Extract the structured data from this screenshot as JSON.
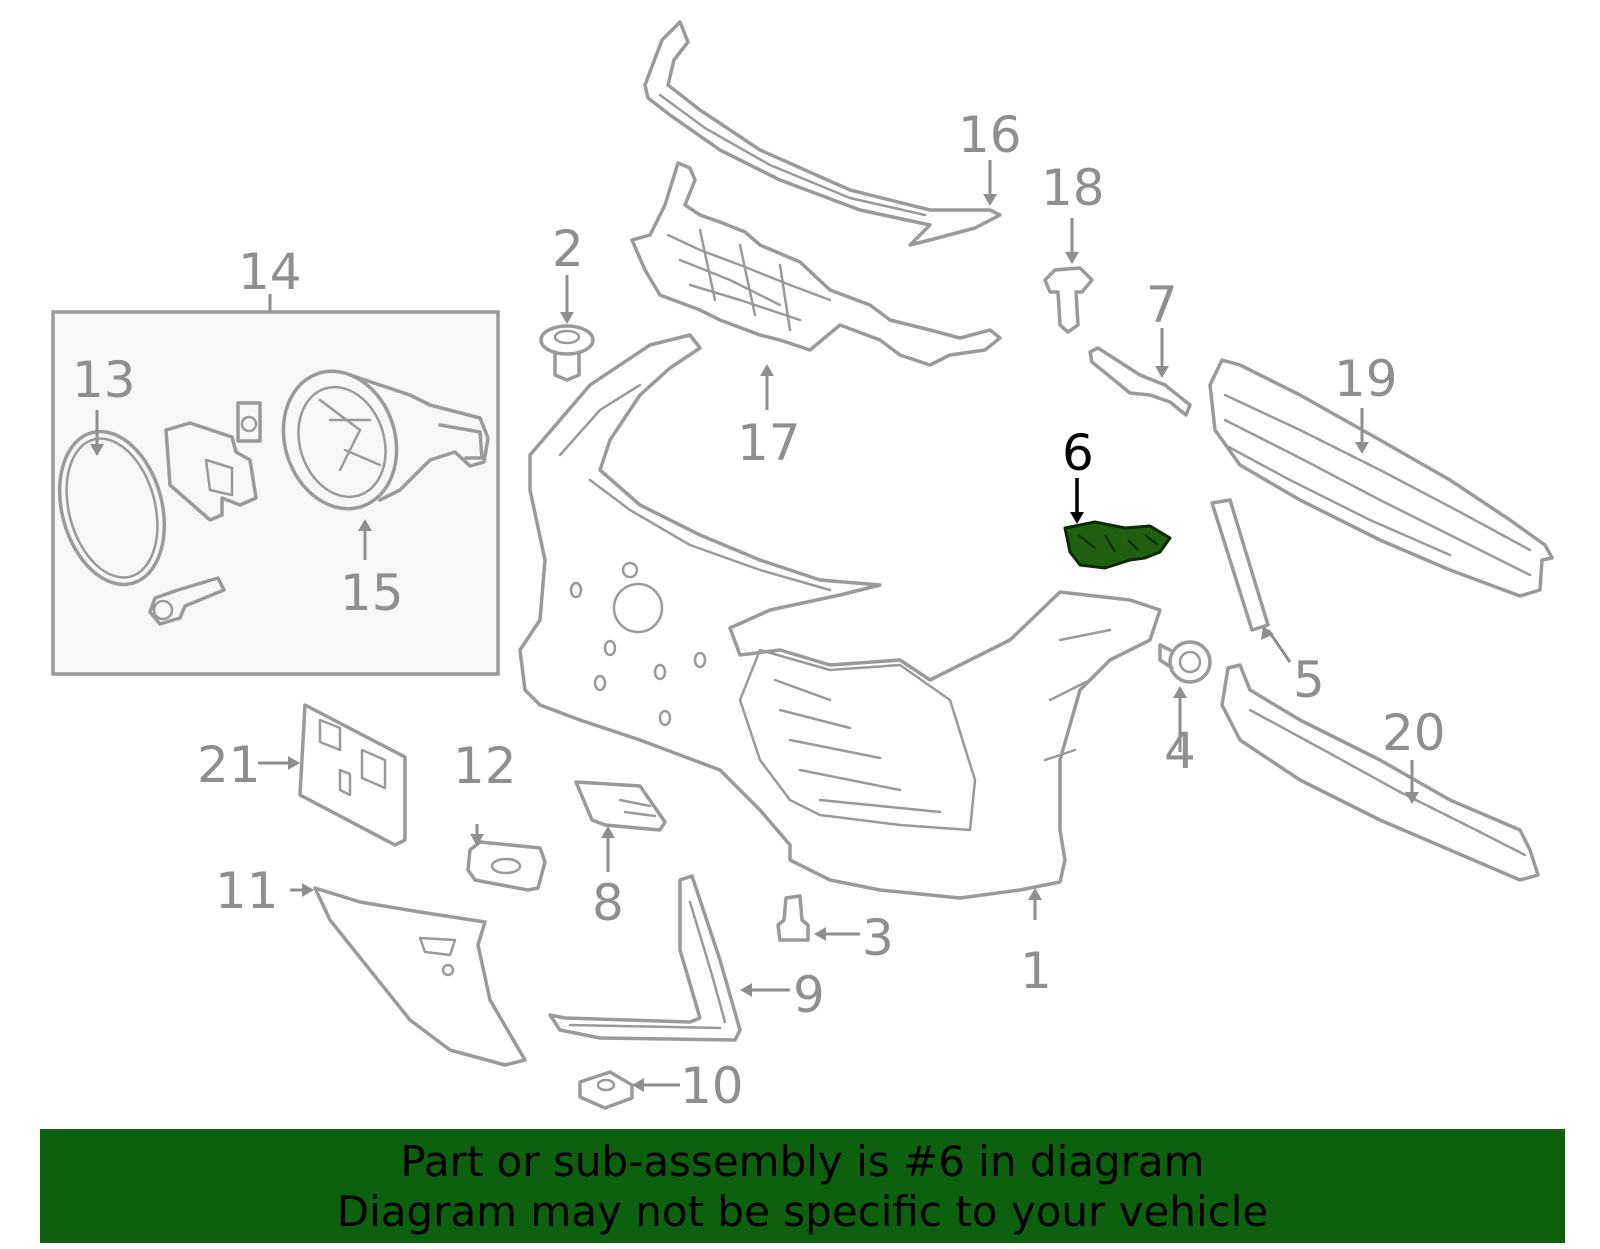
{
  "diagram": {
    "highlighted_part": "6",
    "callouts": [
      {
        "id": "c1",
        "label": "1"
      },
      {
        "id": "c2",
        "label": "2"
      },
      {
        "id": "c3",
        "label": "3"
      },
      {
        "id": "c4",
        "label": "4"
      },
      {
        "id": "c5",
        "label": "5"
      },
      {
        "id": "c6",
        "label": "6"
      },
      {
        "id": "c7",
        "label": "7"
      },
      {
        "id": "c8",
        "label": "8"
      },
      {
        "id": "c9",
        "label": "9"
      },
      {
        "id": "c10",
        "label": "10"
      },
      {
        "id": "c11",
        "label": "11"
      },
      {
        "id": "c12",
        "label": "12"
      },
      {
        "id": "c13",
        "label": "13"
      },
      {
        "id": "c14",
        "label": "14"
      },
      {
        "id": "c15",
        "label": "15"
      },
      {
        "id": "c16",
        "label": "16"
      },
      {
        "id": "c17",
        "label": "17"
      },
      {
        "id": "c18",
        "label": "18"
      },
      {
        "id": "c19",
        "label": "19"
      },
      {
        "id": "c20",
        "label": "20"
      },
      {
        "id": "c21",
        "label": "21"
      }
    ],
    "colors": {
      "line": "#9a9a9a",
      "highlight_fill": "#1f5f0f",
      "banner": "#0d600d",
      "inset_box_fill": "#f7f7f7"
    }
  },
  "banner": {
    "line1": "Part or sub-assembly is #6 in diagram",
    "line2": "Diagram may not be specific to your vehicle"
  }
}
